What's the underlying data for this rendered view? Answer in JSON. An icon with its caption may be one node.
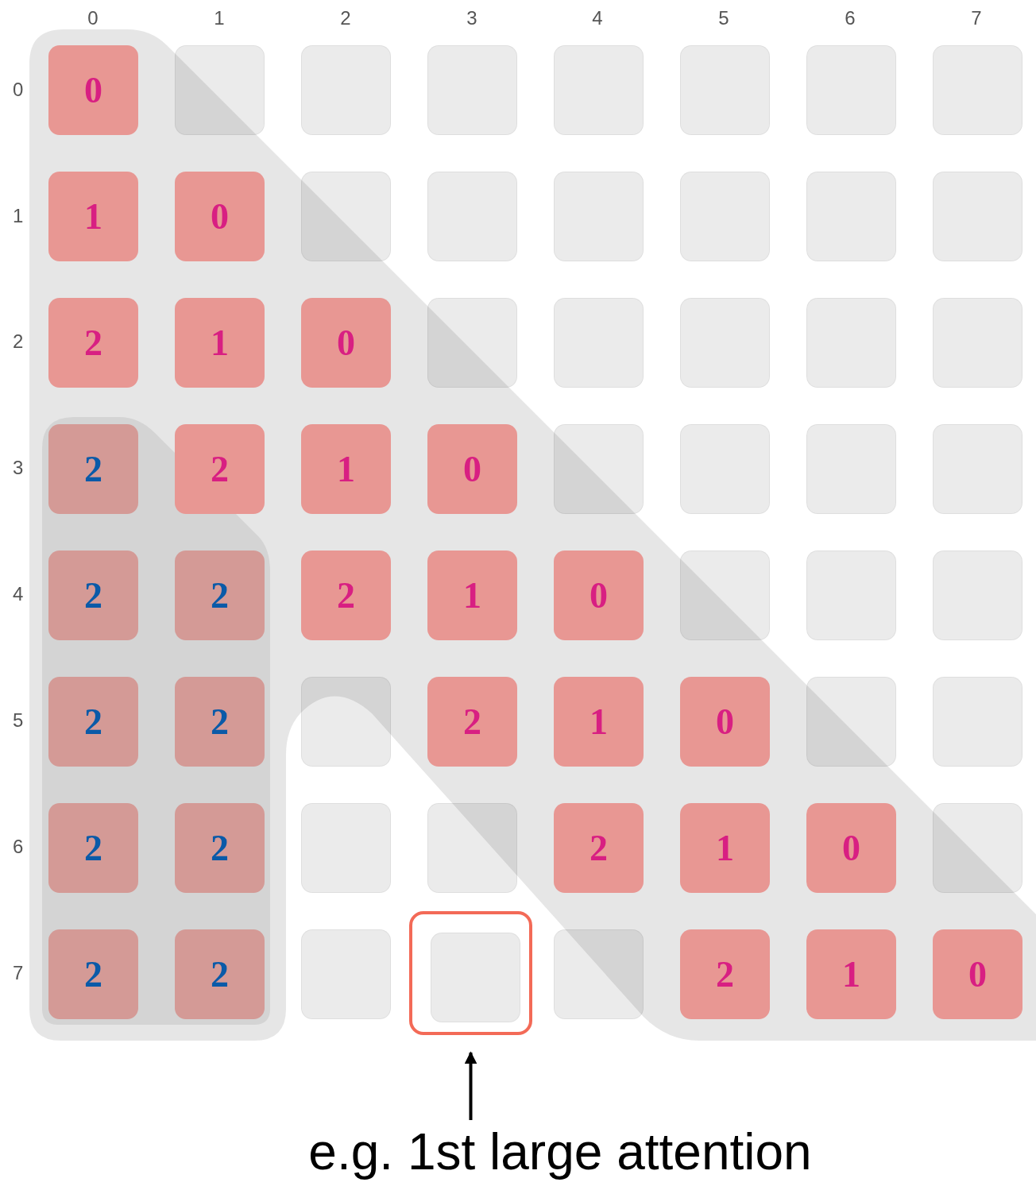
{
  "diagram": {
    "nodes": [
      {
        "text": [
          "0"
        ]
      },
      {
        "text": [],
        "shape": "box"
      },
      {
        "text": [],
        "shape": "box"
      },
      {
        "text": [],
        "shape": "box"
      },
      {
        "text": [],
        "shape": "box"
      },
      {
        "text": [],
        "shape": "box"
      },
      {
        "text": [],
        "shape": "box"
      },
      {
        "text": [],
        "shape": "box"
      },
      {
        "text": [
          "1"
        ]
      },
      {
        "text": [
          "0"
        ]
      },
      {
        "text": [],
        "shape": "box"
      },
      {
        "text": [],
        "shape": "box"
      },
      {
        "text": [],
        "shape": "box"
      },
      {
        "text": [],
        "shape": "box"
      },
      {
        "text": [],
        "shape": "box"
      },
      {
        "text": [],
        "shape": "box"
      },
      {
        "text": [
          "2"
        ]
      },
      {
        "text": [
          "1"
        ]
      },
      {
        "text": [
          "0"
        ]
      },
      {
        "text": [],
        "shape": "box"
      },
      {
        "text": [],
        "shape": "box"
      },
      {
        "text": [],
        "shape": "box"
      },
      {
        "text": [],
        "shape": "box"
      },
      {
        "text": [],
        "shape": "box"
      },
      {
        "text": [],
        "shape": "band"
      },
      {
        "text": [
          "2"
        ],
        "in": 24
      },
      {
        "text": [
          "2"
        ]
      },
      {
        "text": [
          "1"
        ]
      },
      {
        "text": [
          "0"
        ]
      },
      {
        "text": [],
        "shape": "box"
      },
      {
        "text": [],
        "shape": "box"
      },
      {
        "text": [],
        "shape": "box"
      },
      {
        "text": [],
        "shape": "box"
      },
      {
        "text": [
          "2"
        ],
        "in": 24
      },
      {
        "text": [
          "2"
        ],
        "in": 24
      },
      {
        "text": [
          "2"
        ]
      },
      {
        "text": [
          "1"
        ]
      },
      {
        "text": [
          "0"
        ]
      },
      {
        "text": [],
        "shape": "box"
      },
      {
        "text": [],
        "shape": "box"
      },
      {
        "text": [],
        "shape": "box"
      },
      {
        "text": [
          "2"
        ],
        "in": 24
      },
      {
        "text": [
          "2"
        ],
        "in": 24
      },
      {
        "text": [],
        "shape": "box"
      },
      {
        "text": [
          "2"
        ]
      },
      {
        "text": [
          "1"
        ]
      },
      {
        "text": [
          "0"
        ]
      },
      {
        "text": [],
        "shape": "box"
      },
      {
        "text": [],
        "shape": "box"
      },
      {
        "text": [
          "2"
        ],
        "in": 24
      },
      {
        "text": [
          "2"
        ],
        "in": 24
      },
      {
        "text": [],
        "shape": "box"
      },
      {
        "text": [],
        "shape": "box"
      },
      {
        "text": [
          "2"
        ]
      },
      {
        "text": [
          "1"
        ]
      },
      {
        "text": [
          "0"
        ]
      },
      {
        "text": [],
        "shape": "box"
      },
      {
        "text": [
          "2"
        ],
        "in": 24
      },
      {
        "text": [
          "2"
        ],
        "in": 24
      },
      {
        "text": [],
        "shape": "box"
      },
      {
        "text": [],
        "shape": "box"
      },
      {
        "text": [],
        "shape": "box",
        "in": 60
      },
      {
        "text": [],
        "shape": "box"
      },
      {
        "text": [
          "2"
        ]
      },
      {
        "text": [
          "1"
        ]
      },
      {
        "text": [
          "0"
        ]
      },
      {
        "text": [
          "e.g. 1st large attention"
        ]
      }
    ],
    "edges": [
      {
        "from": 66,
        "to": 60,
        "arrow": "to"
      }
    ],
    "labels": [
      "0",
      "1",
      "2",
      "3",
      "4",
      "5",
      "6",
      "7",
      "0",
      "1",
      "2",
      "3",
      "4",
      "5",
      "6",
      "7"
    ]
  }
}
